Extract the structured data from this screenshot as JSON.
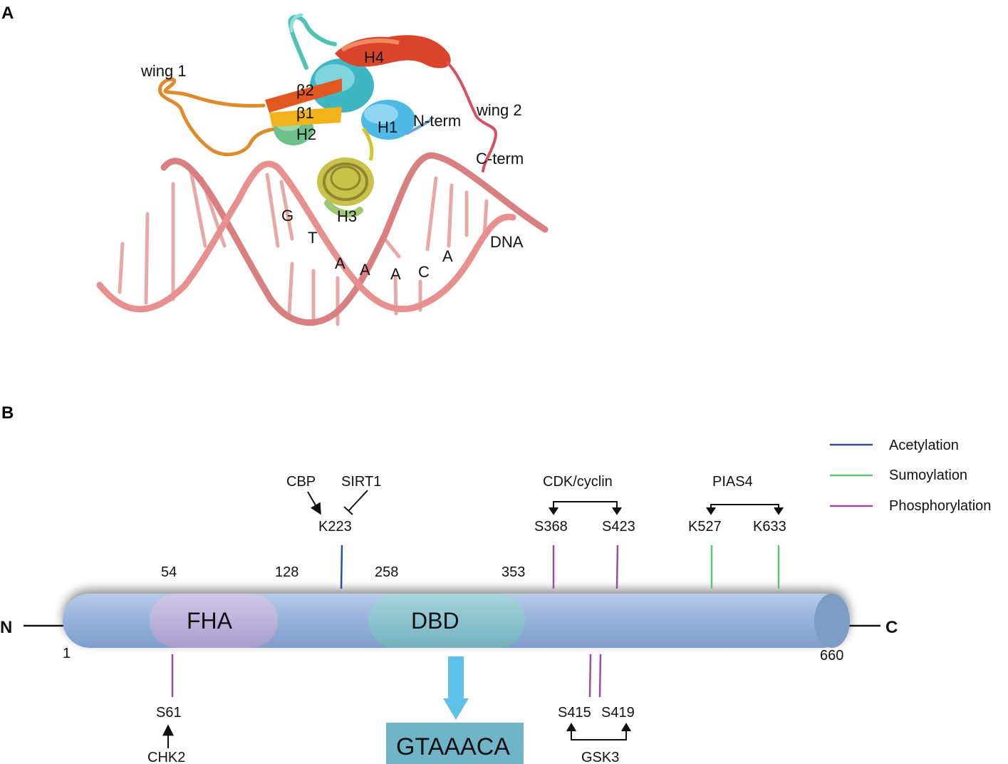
{
  "panel_a": {
    "letter": "A",
    "labels": {
      "wing1": "wing 1",
      "wing2": "wing 2",
      "h4": "H4",
      "b2": "β2",
      "b1": "β1",
      "h2": "H2",
      "h1": "H1",
      "nterm": "N-term",
      "cterm": "C-term",
      "h3": "H3",
      "dna": "DNA"
    },
    "bases": [
      "G",
      "T",
      "A",
      "A",
      "A",
      "C",
      "A"
    ],
    "colors": {
      "dna": "#e8908e",
      "dna_dark": "#c56e6c",
      "h4": "#d9442a",
      "wing1": "#e08a2c",
      "beta2": "#e2571f",
      "beta1": "#f2b21a",
      "h1": "#4fb9e6",
      "h2": "#6fc18c",
      "h3": "#c9c24a",
      "teal": "#4ec3b4",
      "wing2": "#d94f5c"
    }
  },
  "panel_b": {
    "letter": "B",
    "n_label": "N",
    "c_label": "C",
    "domains": {
      "fha": "FHA",
      "dbd": "DBD"
    },
    "positions": [
      "54",
      "128",
      "258",
      "353"
    ],
    "start": "1",
    "end": "660",
    "motif": "GTAAACA",
    "sites": {
      "k223": "K223",
      "s368": "S368",
      "s423": "S423",
      "k527": "K527",
      "k633": "K633",
      "s61": "S61",
      "s415": "S415",
      "s419": "S419"
    },
    "enzymes": {
      "cbp": "CBP",
      "sirt1": "SIRT1",
      "cdk": "CDK/cyclin",
      "pias4": "PIAS4",
      "chk2": "CHK2",
      "gsk3": "GSK3"
    },
    "legend": [
      {
        "label": "Acetylation",
        "color": "#2a4fa0"
      },
      {
        "label": "Sumoylation",
        "color": "#5cc27c"
      },
      {
        "label": "Phosphorylation",
        "color": "#a04aa8"
      }
    ],
    "colors": {
      "protein": "#98b4dd",
      "fha": "#bcb3db",
      "dbd": "#8cc4cf",
      "cap": "#7d9cc6",
      "arrow": "#5fc1ea",
      "motif_box": "#6fb4c7"
    }
  }
}
